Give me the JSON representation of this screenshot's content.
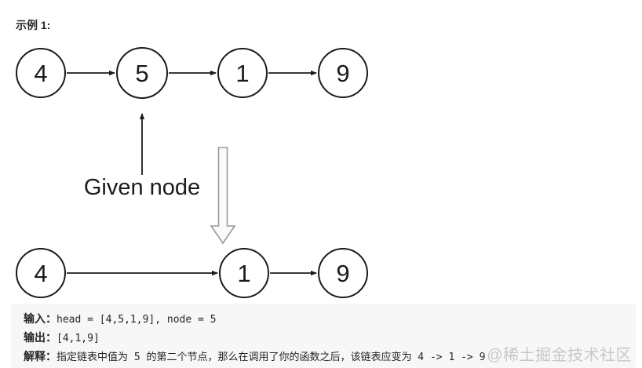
{
  "example": {
    "label": "示例 1:"
  },
  "diagram": {
    "top_list": [
      {
        "value": "4",
        "highlighted": false
      },
      {
        "value": "5",
        "highlighted": true
      },
      {
        "value": "1",
        "highlighted": false
      },
      {
        "value": "9",
        "highlighted": false
      }
    ],
    "given_node_label": "Given node",
    "bottom_list": [
      {
        "value": "4"
      },
      {
        "value": "1"
      },
      {
        "value": "9"
      }
    ]
  },
  "colors": {
    "highlight_fill": "#cfe2f6",
    "highlight_stroke": "#8ba7d1",
    "node_stroke": "#1b1b1b",
    "arrow": "#1b1b1b",
    "big_arrow_fill": "#fafafa",
    "big_arrow_stroke": "#999999",
    "code_block_bg": "#f7f7f8",
    "watermark_color": "#c7c7ca"
  },
  "example_block": {
    "input_label": "输入：",
    "input_value": "head = [4,5,1,9], node = 5",
    "output_label": "输出：",
    "output_value": "[4,1,9]",
    "explanation_label": "解释：",
    "explanation_value": "指定链表中值为 5 的第二个节点，那么在调用了你的函数之后，该链表应变为 4 -> 1 -> 9"
  },
  "watermark": "@稀土掘金技术社区"
}
